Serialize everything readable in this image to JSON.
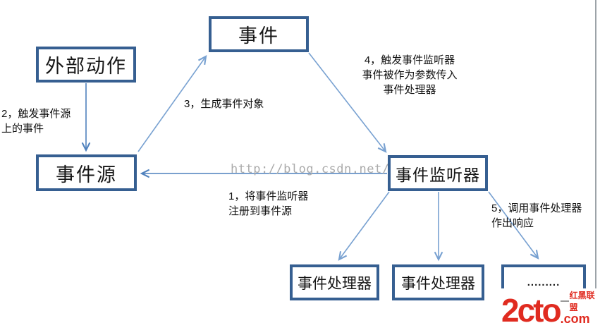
{
  "colors": {
    "box_border": "#365F91",
    "arrow_primary": "#4F81BD",
    "arrow_light": "#78A1D1",
    "watermark_gray": "#ABABAB",
    "logo_red": "#E02B20"
  },
  "nodes": [
    {
      "id": "event",
      "label": "事件"
    },
    {
      "id": "external-action",
      "label": "外部动作"
    },
    {
      "id": "event-source",
      "label": "事件源"
    },
    {
      "id": "event-listener",
      "label": "事件监听器"
    },
    {
      "id": "event-handler-1",
      "label": "事件处理器"
    },
    {
      "id": "event-handler-2",
      "label": "事件处理器"
    },
    {
      "id": "more-handlers",
      "label": "........."
    }
  ],
  "annotations": {
    "step1": {
      "lines": [
        "1，将事件监听器",
        "注册到事件源"
      ]
    },
    "step2": {
      "lines": [
        "2，触发事件源",
        "上的事件"
      ]
    },
    "step3": {
      "lines": [
        "3，生成事件对象"
      ]
    },
    "step4": {
      "lines": [
        "4，触发事件监听器",
        "事件被作为参数传入",
        "事件处理器"
      ]
    },
    "step5": {
      "lines": [
        "5，调用事件处理器",
        "作出响应"
      ]
    }
  },
  "watermark": {
    "text": "http://blog.csdn.net/"
  },
  "logo": {
    "brand": "2cto",
    "tld": ".com",
    "tagline": "红黑联盟"
  }
}
